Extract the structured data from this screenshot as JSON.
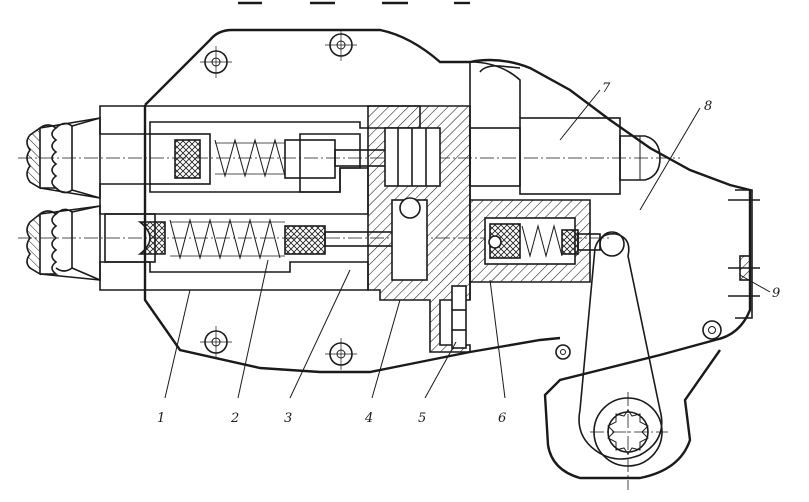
{
  "diagram": {
    "subject": "sectional drawing of a dual master cylinder assembly with lever",
    "ink_color": "#1a1a1a",
    "paper_color": "#ffffff",
    "callouts": [
      {
        "id": "1",
        "text": "1"
      },
      {
        "id": "2",
        "text": "2"
      },
      {
        "id": "3",
        "text": "3"
      },
      {
        "id": "4",
        "text": "4"
      },
      {
        "id": "5",
        "text": "5"
      },
      {
        "id": "6",
        "text": "6"
      },
      {
        "id": "7",
        "text": "7"
      },
      {
        "id": "8",
        "text": "8"
      },
      {
        "id": "9",
        "text": "9"
      }
    ]
  }
}
